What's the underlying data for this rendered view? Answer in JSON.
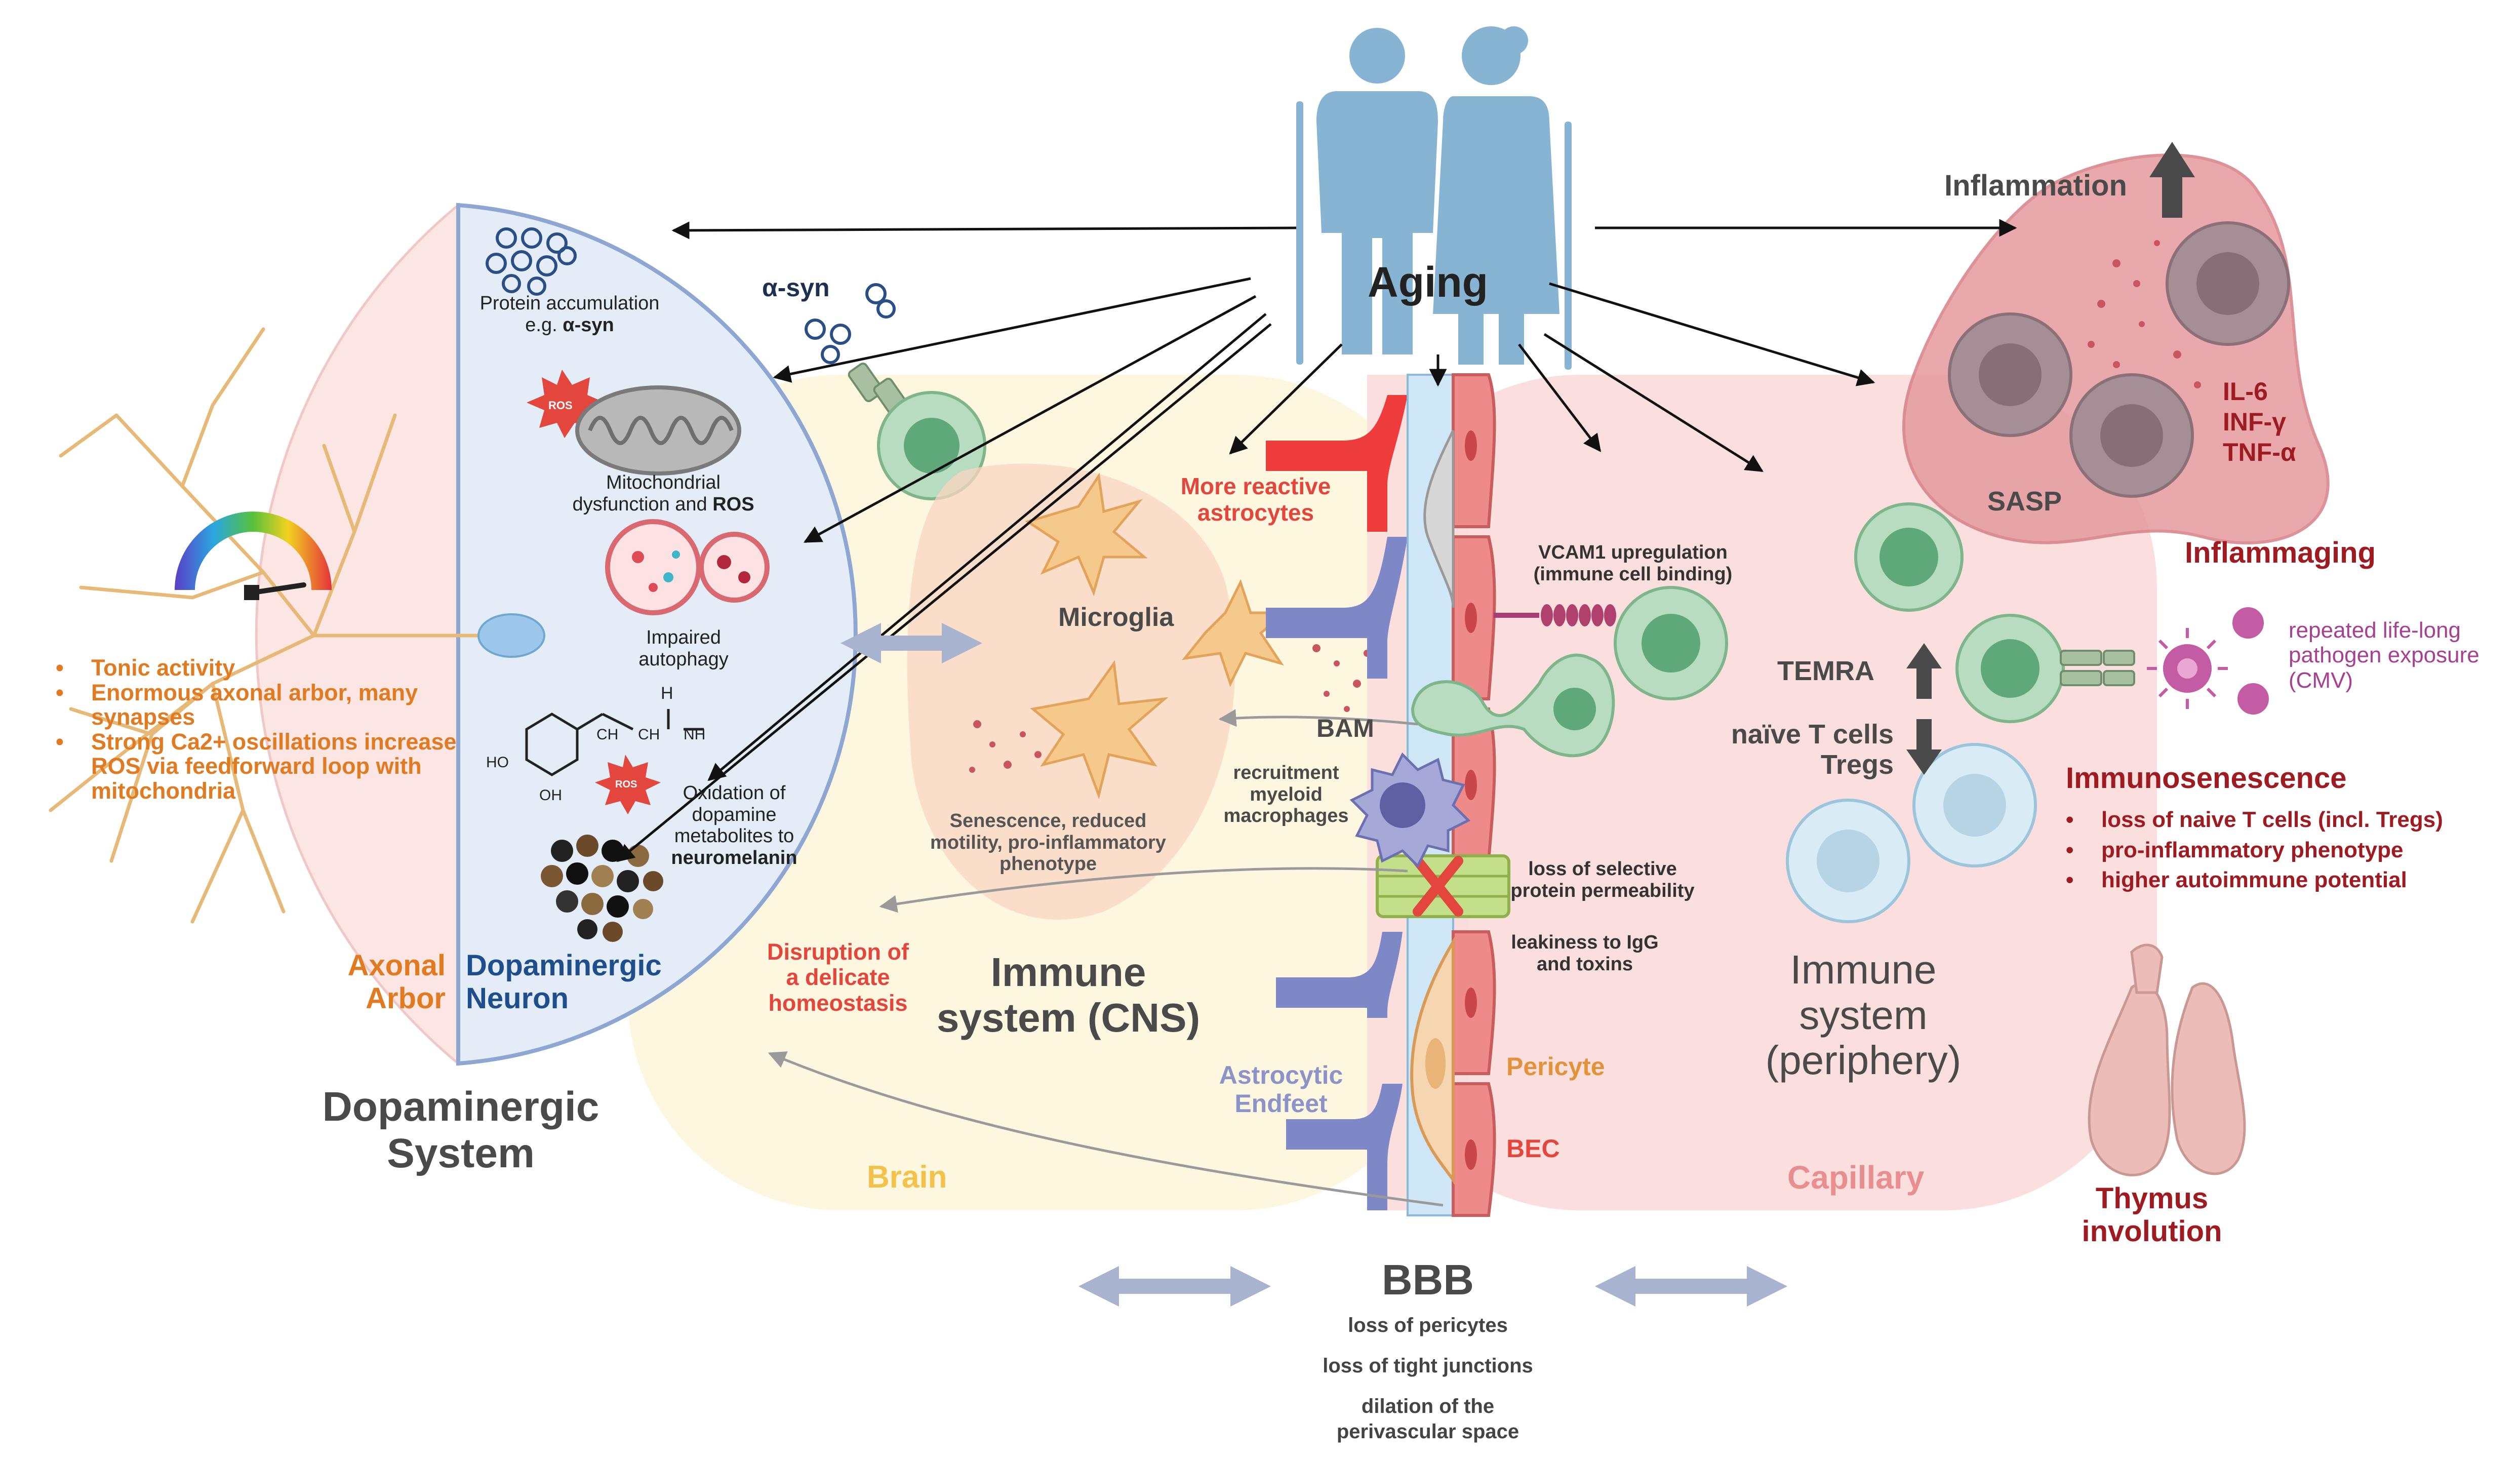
{
  "colors": {
    "orange": "#E07B22",
    "blue_dark": "#1F4E8C",
    "red": "#E2463C",
    "dark_red": "#9E1B22",
    "gray_text": "#4A4A4A",
    "brain_yellow": "#F2C24A",
    "capillary_pink": "#E98E8E",
    "purple": "#A5418F",
    "lavender": "#8B93C9",
    "pericyte_orange": "#E2933A"
  },
  "center": {
    "aging": "Aging",
    "alpha_syn": "α-syn"
  },
  "dopaminergic": {
    "protein_accum": "Protein accumulation",
    "eg": "e.g. ",
    "alpha_syn_bold": "α-syn",
    "ros_tag": "ROS",
    "mito_line1": "Mitochondrial",
    "mito_line2": "dysfunction and ",
    "mito_ros": "ROS",
    "autophagy_line1": "Impaired",
    "autophagy_line2": "autophagy",
    "oxidation_line1": "Oxidation of",
    "oxidation_line2": "dopamine",
    "oxidation_line3": "metabolites to",
    "oxidation_bold": "neuromelanin",
    "chem_h": "H",
    "chem_nh3": "NH",
    "chem_ho1": "HO",
    "chem_oh2": "OH",
    "chem_ch2": "CH",
    "axonal_arbor_1": "Axonal",
    "axonal_arbor_2": "Arbor",
    "neuron_1": "Dopaminergic",
    "neuron_2": "Neuron",
    "system_1": "Dopaminergic",
    "system_2": "System",
    "bullets": [
      "Tonic activity",
      "Enormous axonal arbor, many synapses",
      "Strong Ca2+ oscillations increase ROS via feedforward loop with mitochondria"
    ]
  },
  "cns": {
    "more_reactive_1": "More reactive",
    "more_reactive_2": "astrocytes",
    "microglia": "Microglia",
    "senescence_1": "Senescence, reduced",
    "senescence_2": "motility, pro-inflammatory",
    "senescence_3": "phenotype",
    "disruption_1": "Disruption of",
    "disruption_2": "a delicate",
    "disruption_3": "homeostasis",
    "immune_cns_1": "Immune",
    "immune_cns_2": "system (CNS)",
    "brain": "Brain",
    "bam": "BAM",
    "recruit_1": "recruitment",
    "recruit_2": "myeloid",
    "recruit_3": "macrophages",
    "astro_endfeet_1": "Astrocytic",
    "astro_endfeet_2": "Endfeet"
  },
  "bbb": {
    "vcam_1": "VCAM1 upregulation",
    "vcam_2": "(immune cell binding)",
    "loss_sel_1": "loss of selective",
    "loss_sel_2": "protein permeability",
    "leak_1": "leakiness to IgG",
    "leak_2": "and toxins",
    "pericyte": "Pericyte",
    "bec": "BEC",
    "capillary": "Capillary",
    "title": "BBB",
    "items": [
      "loss of pericytes",
      "loss of tight junctions",
      "dilation of the",
      "perivascular space"
    ]
  },
  "periphery": {
    "inflammation": "Inflammation",
    "sasp": "SASP",
    "il6": "IL-6",
    "infg": "INF-γ",
    "tnfa": "TNF-α",
    "inflammaging": "Inflammaging",
    "temra": "TEMRA",
    "naive_1": "naïve T cells",
    "naive_2": "Tregs",
    "pathogen_1": "repeated life-long",
    "pathogen_2": "pathogen exposure",
    "pathogen_3": "(CMV)",
    "immunosenescence": "Immunosenescence",
    "immuno_bullets": [
      "loss of naive T cells (incl. Tregs)",
      "pro-inflammatory phenotype",
      "higher autoimmune potential"
    ],
    "immune_periph_1": "Immune",
    "immune_periph_2": "system",
    "immune_periph_3": "(periphery)",
    "thymus_1": "Thymus",
    "thymus_2": "involution"
  },
  "icons": [
    "elderly-couple-icon",
    "rainbow-gauge-icon",
    "alpha-synuclein-aggregate-icon",
    "mitochondrion-icon",
    "autophagosome-icon",
    "dopamine-molecule-icon",
    "neuromelanin-granules-icon",
    "microglia-cell-icon",
    "astrocyte-icon",
    "macrophage-icon",
    "t-cell-icon",
    "pathogen-virus-icon",
    "thymus-icon"
  ]
}
